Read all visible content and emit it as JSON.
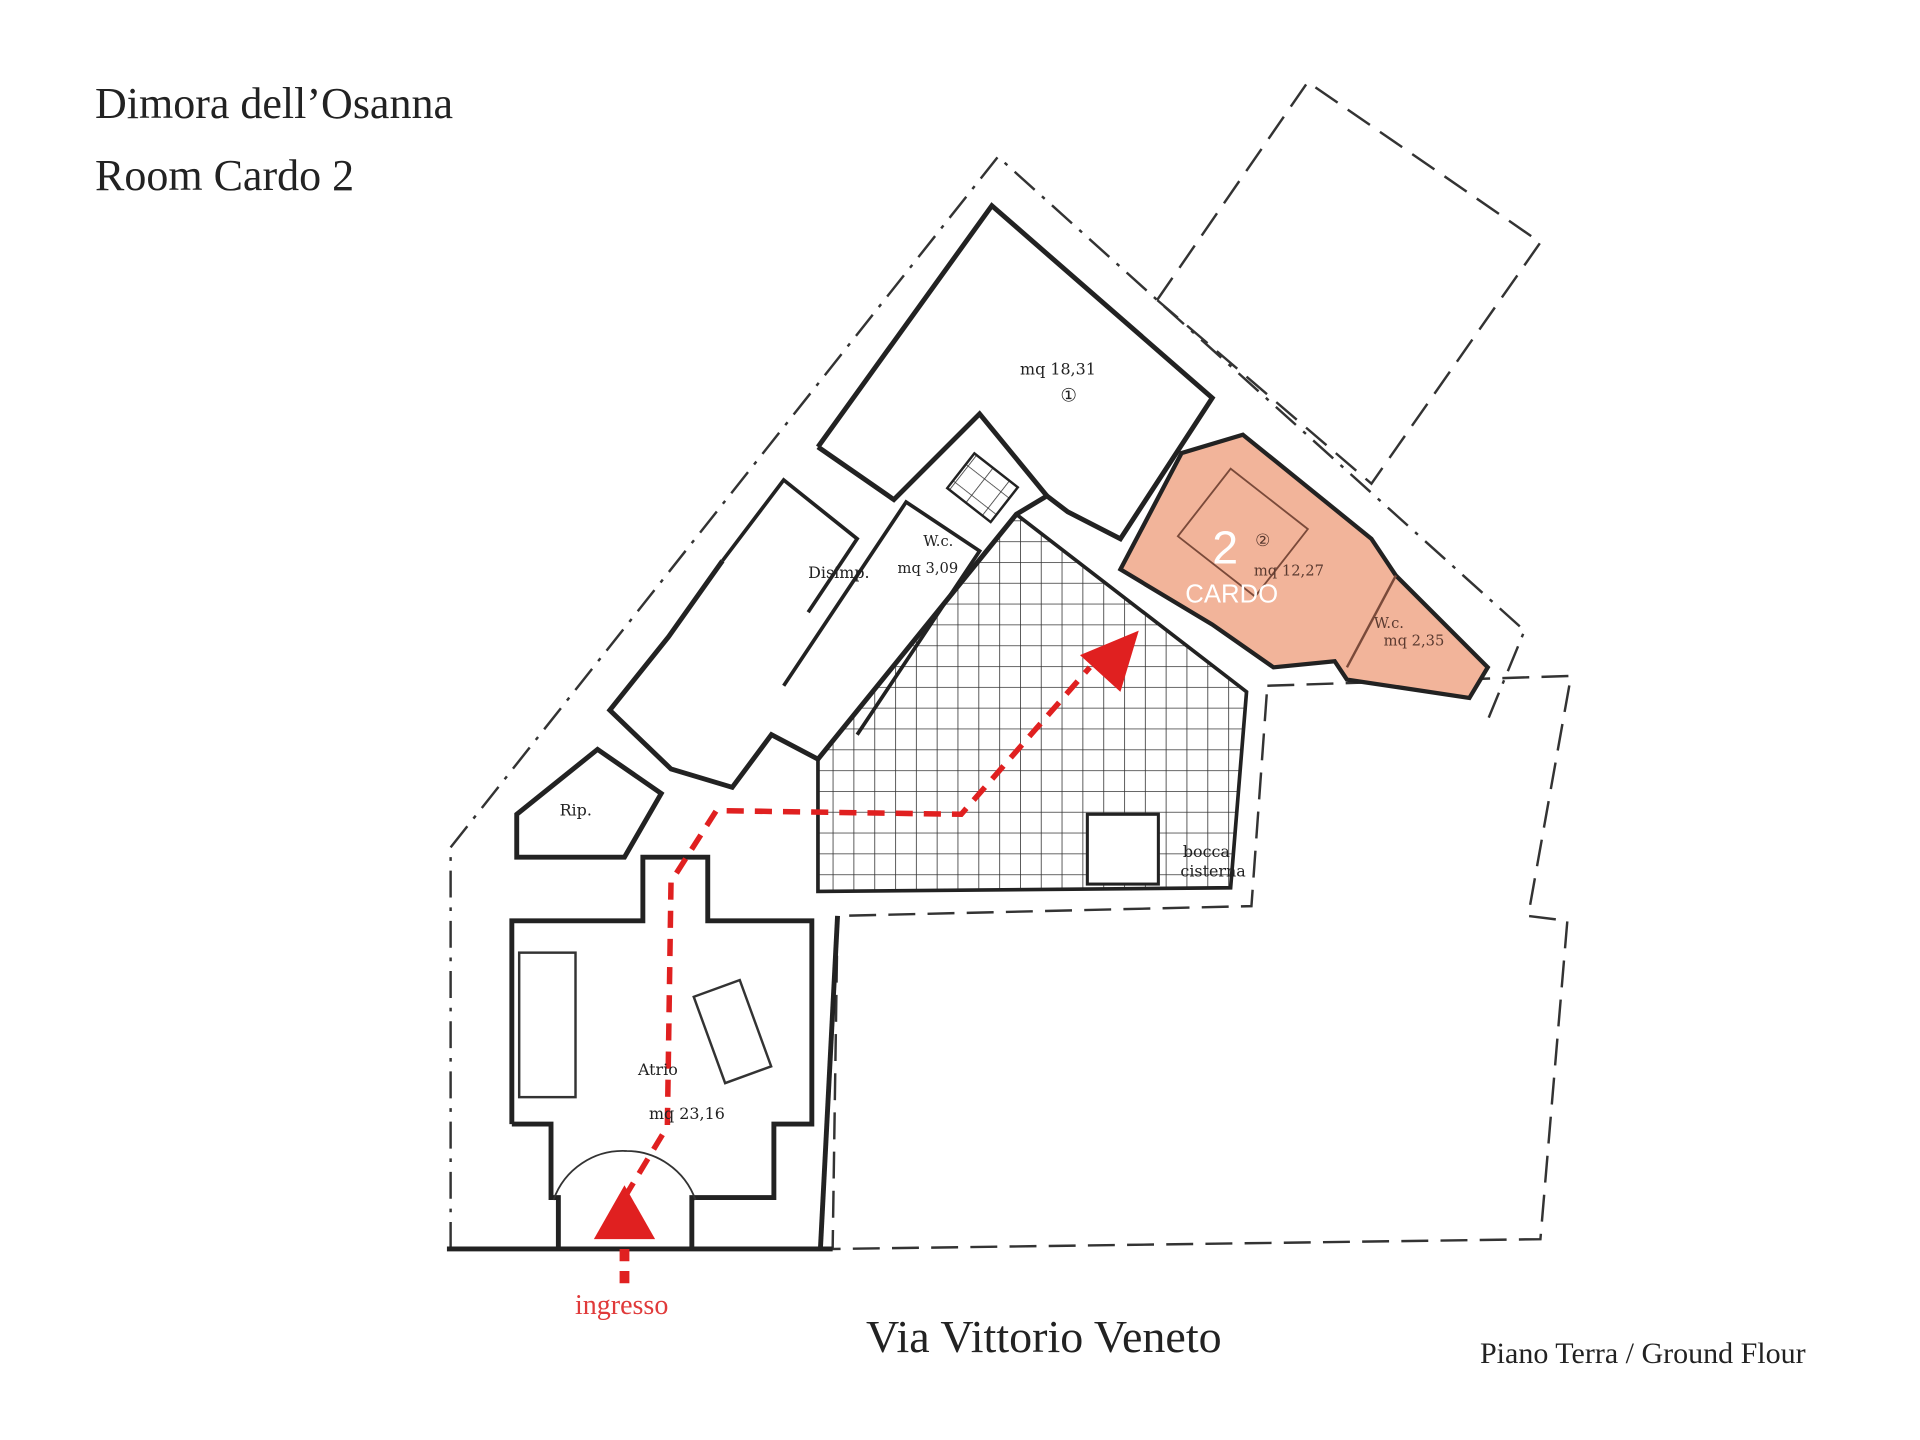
{
  "header": {
    "title": "Dimora dell’Osanna",
    "subtitle": "Room Cardo 2"
  },
  "street": "Via Vittorio Veneto",
  "floor_label": "Piano Terra / Ground Flour",
  "entrance_label": "ingresso",
  "rooms": {
    "room1": {
      "area": "mq 18,31",
      "number": "①"
    },
    "wc1": {
      "name": "W.c.",
      "area": "mq 3,09"
    },
    "disimp": "Disimp.",
    "rip": "Rip.",
    "atrio": {
      "name": "Atrio",
      "area": "mq 23,16"
    },
    "cisterna": {
      "line1": "bocca",
      "line2": "cisterna"
    },
    "cardo": {
      "big_number": "2",
      "name": "CARDO",
      "number": "②",
      "area": "mq 12,27"
    },
    "wc2": {
      "name": "W.c.",
      "area": "mq 2,35"
    }
  },
  "colors": {
    "highlight": "#f2b49a",
    "path": "#e02020",
    "wall": "#222222"
  }
}
